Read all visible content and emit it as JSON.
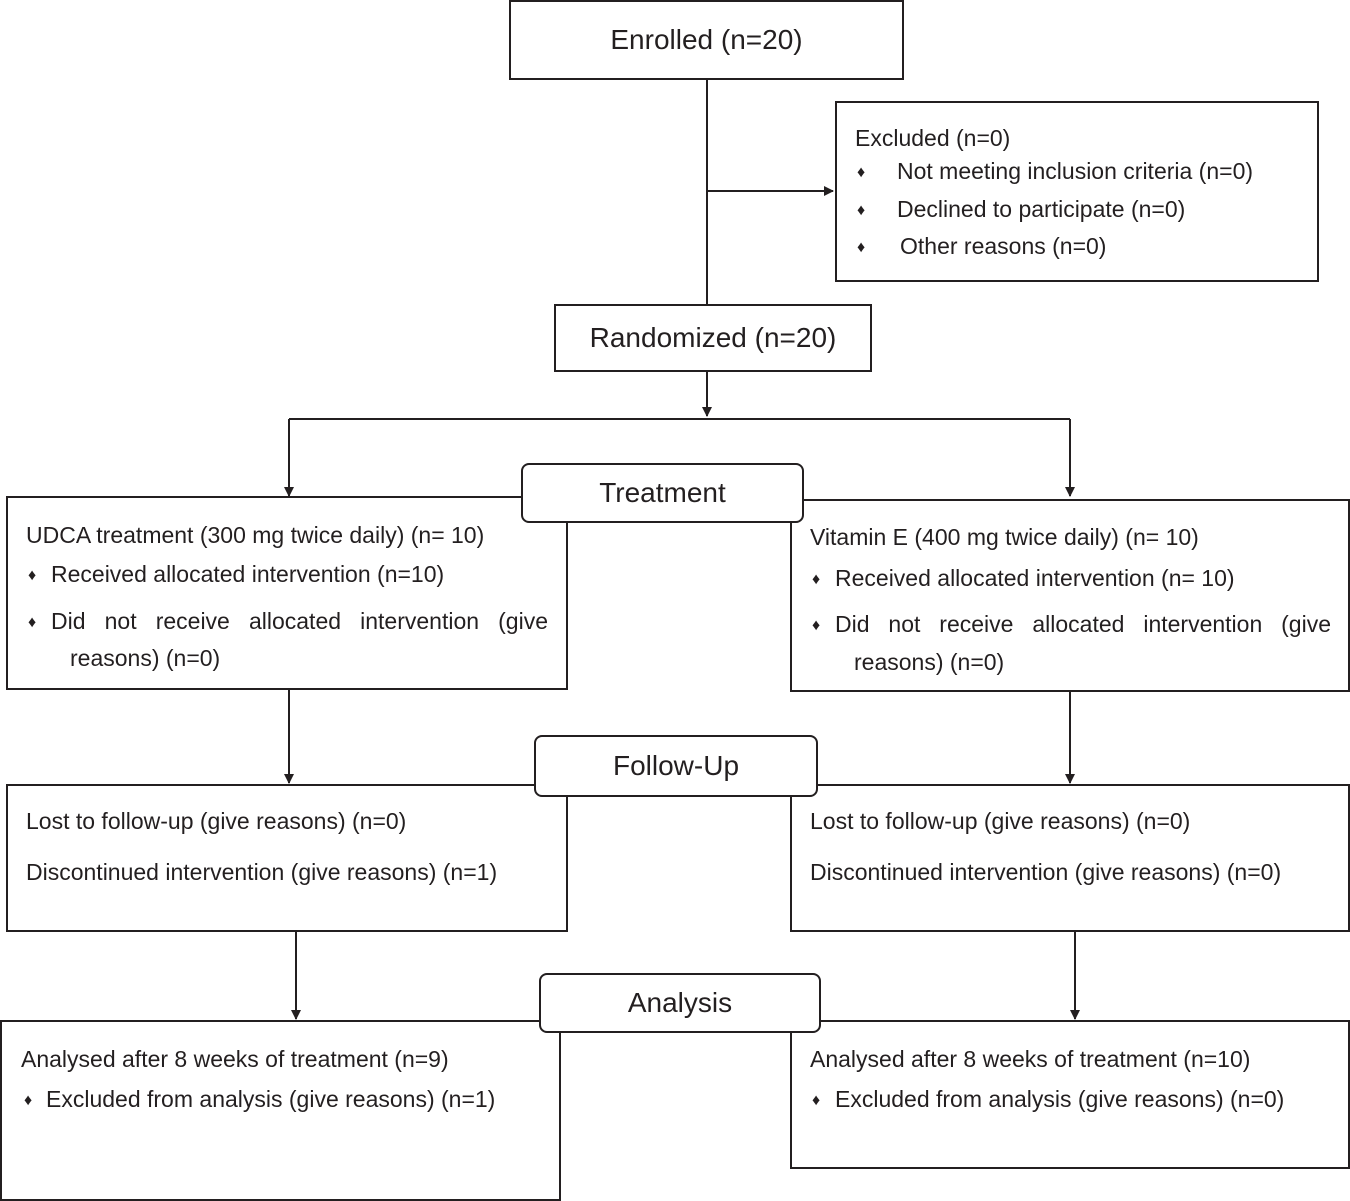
{
  "enrolled": "Enrolled (n=20)",
  "excluded": {
    "title": "Excluded (n=0)",
    "items": [
      "Not meeting inclusion criteria (n=0)",
      "Declined to participate (n=0)",
      "Other reasons (n=0)"
    ]
  },
  "randomized": "Randomized (n=20)",
  "stages": {
    "treatment": "Treatment",
    "follow_up": "Follow-Up",
    "analysis": "Analysis"
  },
  "left": {
    "treatment": {
      "title": "UDCA treatment (300 mg twice daily) (n= 10)",
      "received": "Received allocated intervention (n=10)",
      "not_received_line1": "Did not receive allocated intervention (give",
      "not_received_line2": "reasons) (n=0)"
    },
    "follow_up": {
      "lost": "Lost to follow-up (give reasons) (n=0)",
      "discontinued": "Discontinued intervention (give reasons) (n=1)"
    },
    "analysis": {
      "analysed": "Analysed after 8 weeks of treatment (n=9)",
      "excluded": "Excluded from analysis (give reasons) (n=1)"
    }
  },
  "right": {
    "treatment": {
      "title": "Vitamin E (400 mg twice daily) (n= 10)",
      "received": "Received allocated intervention (n= 10)",
      "not_received_line1": "Did not receive allocated intervention (give",
      "not_received_line2": "reasons) (n=0)"
    },
    "follow_up": {
      "lost": "Lost to follow-up (give reasons) (n=0)",
      "discontinued": "Discontinued intervention (give reasons) (n=0)"
    },
    "analysis": {
      "analysed": "Analysed after 8 weeks of treatment (n=10)",
      "excluded": "Excluded from analysis (give reasons) (n=0)"
    }
  },
  "bullet_symbol": "♦"
}
